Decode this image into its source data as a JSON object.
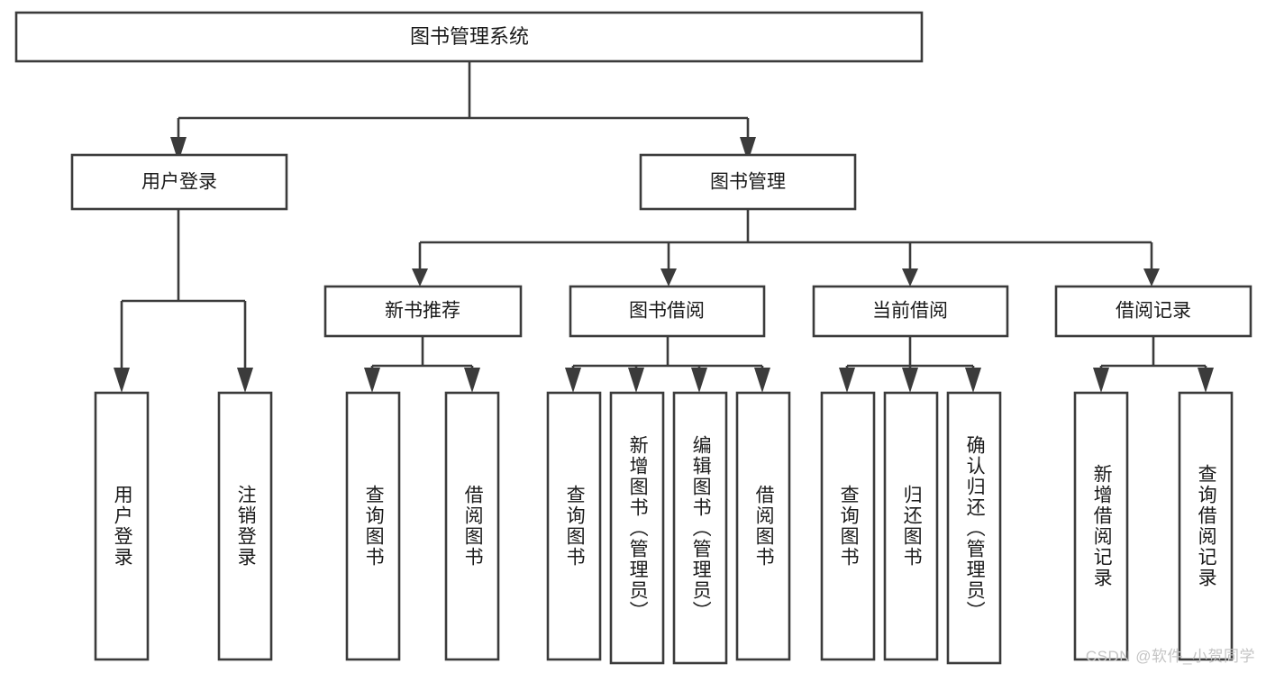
{
  "diagram": {
    "title": "图书管理系统",
    "type": "tree-structure-chart",
    "colors": {
      "box_stroke": "#3b3b3b",
      "box_fill": "#ffffff",
      "text": "#1a1a1a",
      "background": "#ffffff",
      "watermark": "#c4c4c4"
    },
    "root": {
      "label": "图书管理系统"
    },
    "level2": [
      {
        "label": "用户登录"
      },
      {
        "label": "图书管理"
      }
    ],
    "level3": [
      {
        "label": "新书推荐"
      },
      {
        "label": "图书借阅"
      },
      {
        "label": "当前借阅"
      },
      {
        "label": "借阅记录"
      }
    ],
    "leaves": {
      "user_login": [
        {
          "label": "用户登录"
        },
        {
          "label": "注销登录"
        }
      ],
      "new_book_recommend": [
        {
          "label": "查询图书"
        },
        {
          "label": "借阅图书"
        }
      ],
      "book_borrow": [
        {
          "label": "查询图书"
        },
        {
          "label": "新增图书（管理员）"
        },
        {
          "label": "编辑图书（管理员）"
        },
        {
          "label": "借阅图书"
        }
      ],
      "current_borrow": [
        {
          "label": "查询图书"
        },
        {
          "label": "归还图书"
        },
        {
          "label": "确认归还（管理员）"
        }
      ],
      "borrow_record": [
        {
          "label": "新增借阅记录"
        },
        {
          "label": "查询借阅记录"
        }
      ]
    },
    "watermark": "CSDN @软件_小贺同学"
  }
}
